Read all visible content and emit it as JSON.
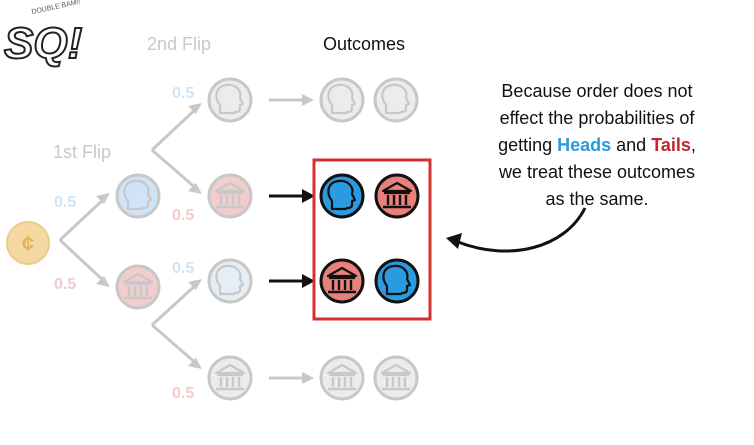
{
  "logo": {
    "text": "SQ!",
    "small_text": "DOUBLE BAM!!"
  },
  "headers": {
    "first_flip": "1st Flip",
    "second_flip": "2nd Flip",
    "outcomes": "Outcomes"
  },
  "probabilities": {
    "first_heads": "0.5",
    "first_tails": "0.5",
    "second_upper_heads": "0.5",
    "second_upper_tails": "0.5",
    "second_lower_heads": "0.5",
    "second_lower_tails": "0.5"
  },
  "note": {
    "line1": "Because order does not",
    "line2": "effect the probabilities of",
    "line3_prefix": "getting ",
    "heads_word": "Heads",
    "and_word": " and ",
    "tails_word": "Tails",
    "line3_suffix": ",",
    "line4": "we treat these outcomes",
    "line5": "as the same."
  },
  "coin_symbol": "¢",
  "colors": {
    "heads_blue": "#2a9be0",
    "tails_red": "#c0282d",
    "faded_blue": "#cfe4f6",
    "faded_red": "#f3cccc",
    "faded_grey": "#c8c8c8",
    "highlight_box": "#d33030",
    "coin_gold": "#f5d8a2"
  }
}
